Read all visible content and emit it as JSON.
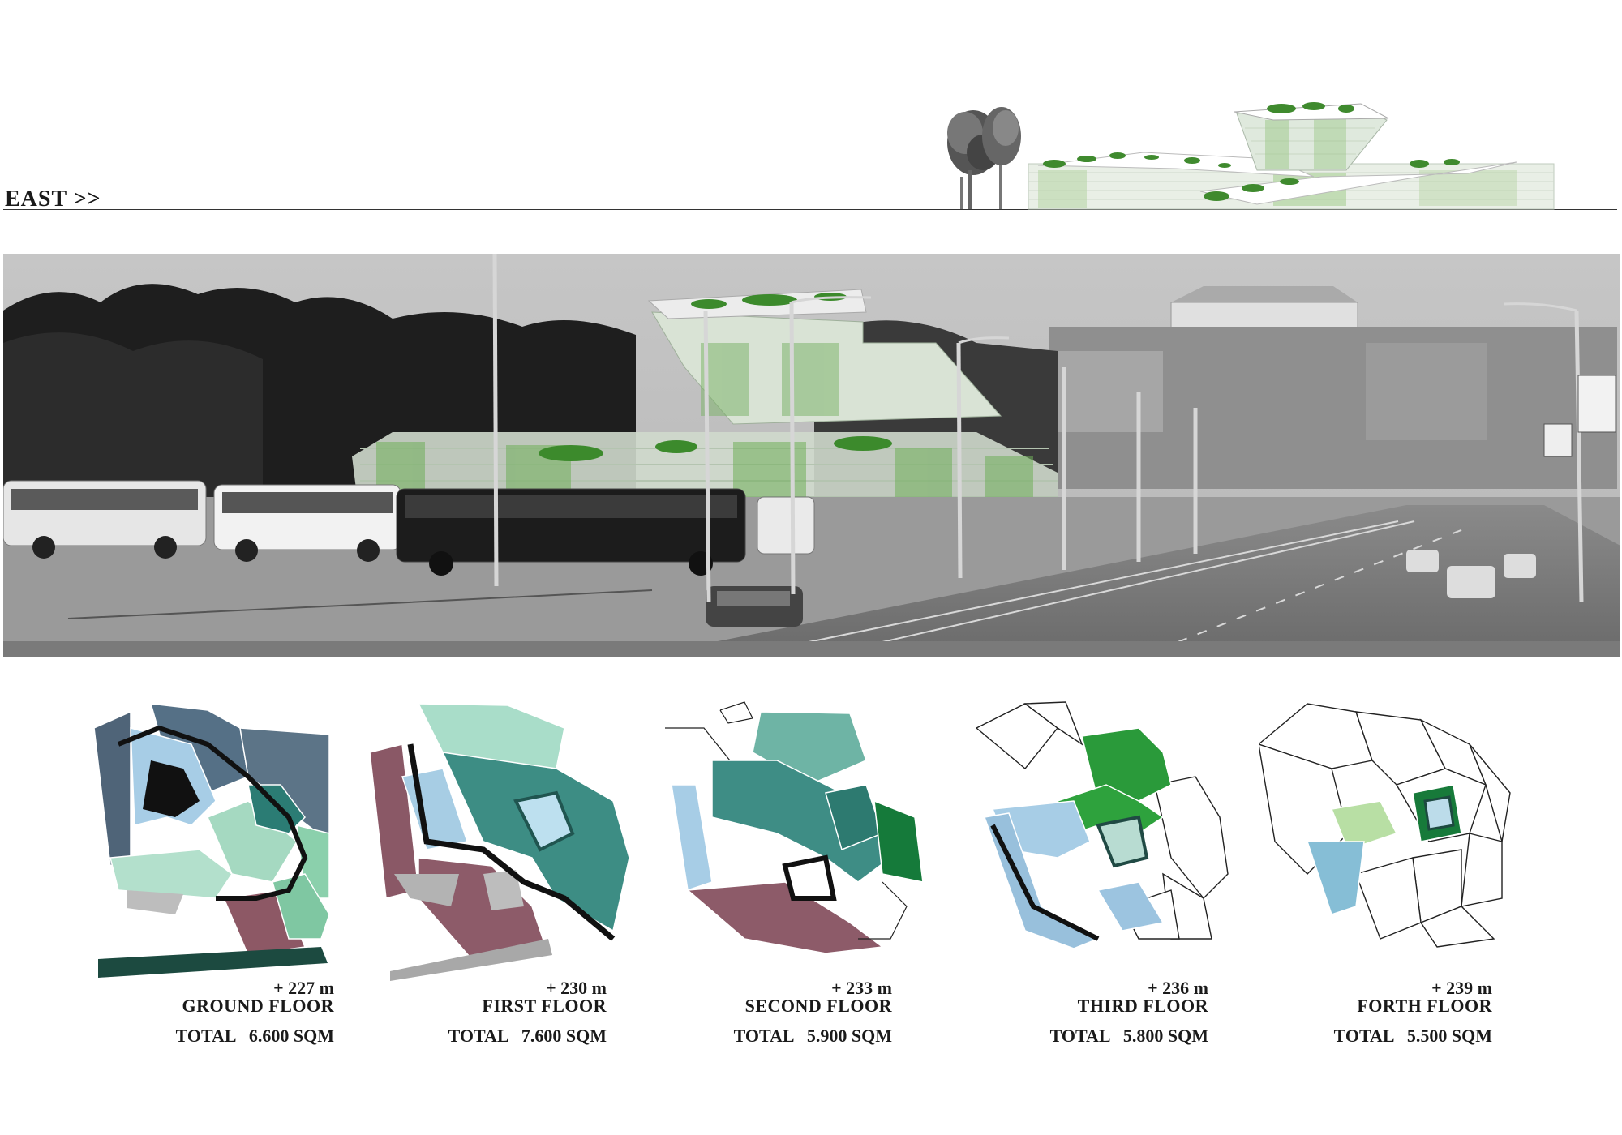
{
  "header": {
    "label": "EAST >>"
  },
  "floors": [
    {
      "level": "+ 227 m",
      "name": "GROUND FLOOR",
      "total": "TOTAL   6.600 SQM"
    },
    {
      "level": "+ 230 m",
      "name": "FIRST  FLOOR",
      "total": "TOTAL   7.600 SQM"
    },
    {
      "level": "+ 233 m",
      "name": "SECOND  FLOOR",
      "total": "TOTAL   5.900 SQM"
    },
    {
      "level": "+ 236 m",
      "name": "THIRD  FLOOR",
      "total": "TOTAL   5.800 SQM"
    },
    {
      "level": "+ 239 m",
      "name": "FORTH  FLOOR",
      "total": "TOTAL   5.500 SQM"
    }
  ],
  "colors": {
    "slate": "#4f6478",
    "teal": "#3e8c82",
    "mint": "#8fd0b6",
    "pale_blue": "#9fc8e0",
    "mauve": "#8a5866",
    "green": "#2a9a3a",
    "dark_green": "#166b30",
    "grey": "#b4b4b4",
    "black": "#111111"
  }
}
